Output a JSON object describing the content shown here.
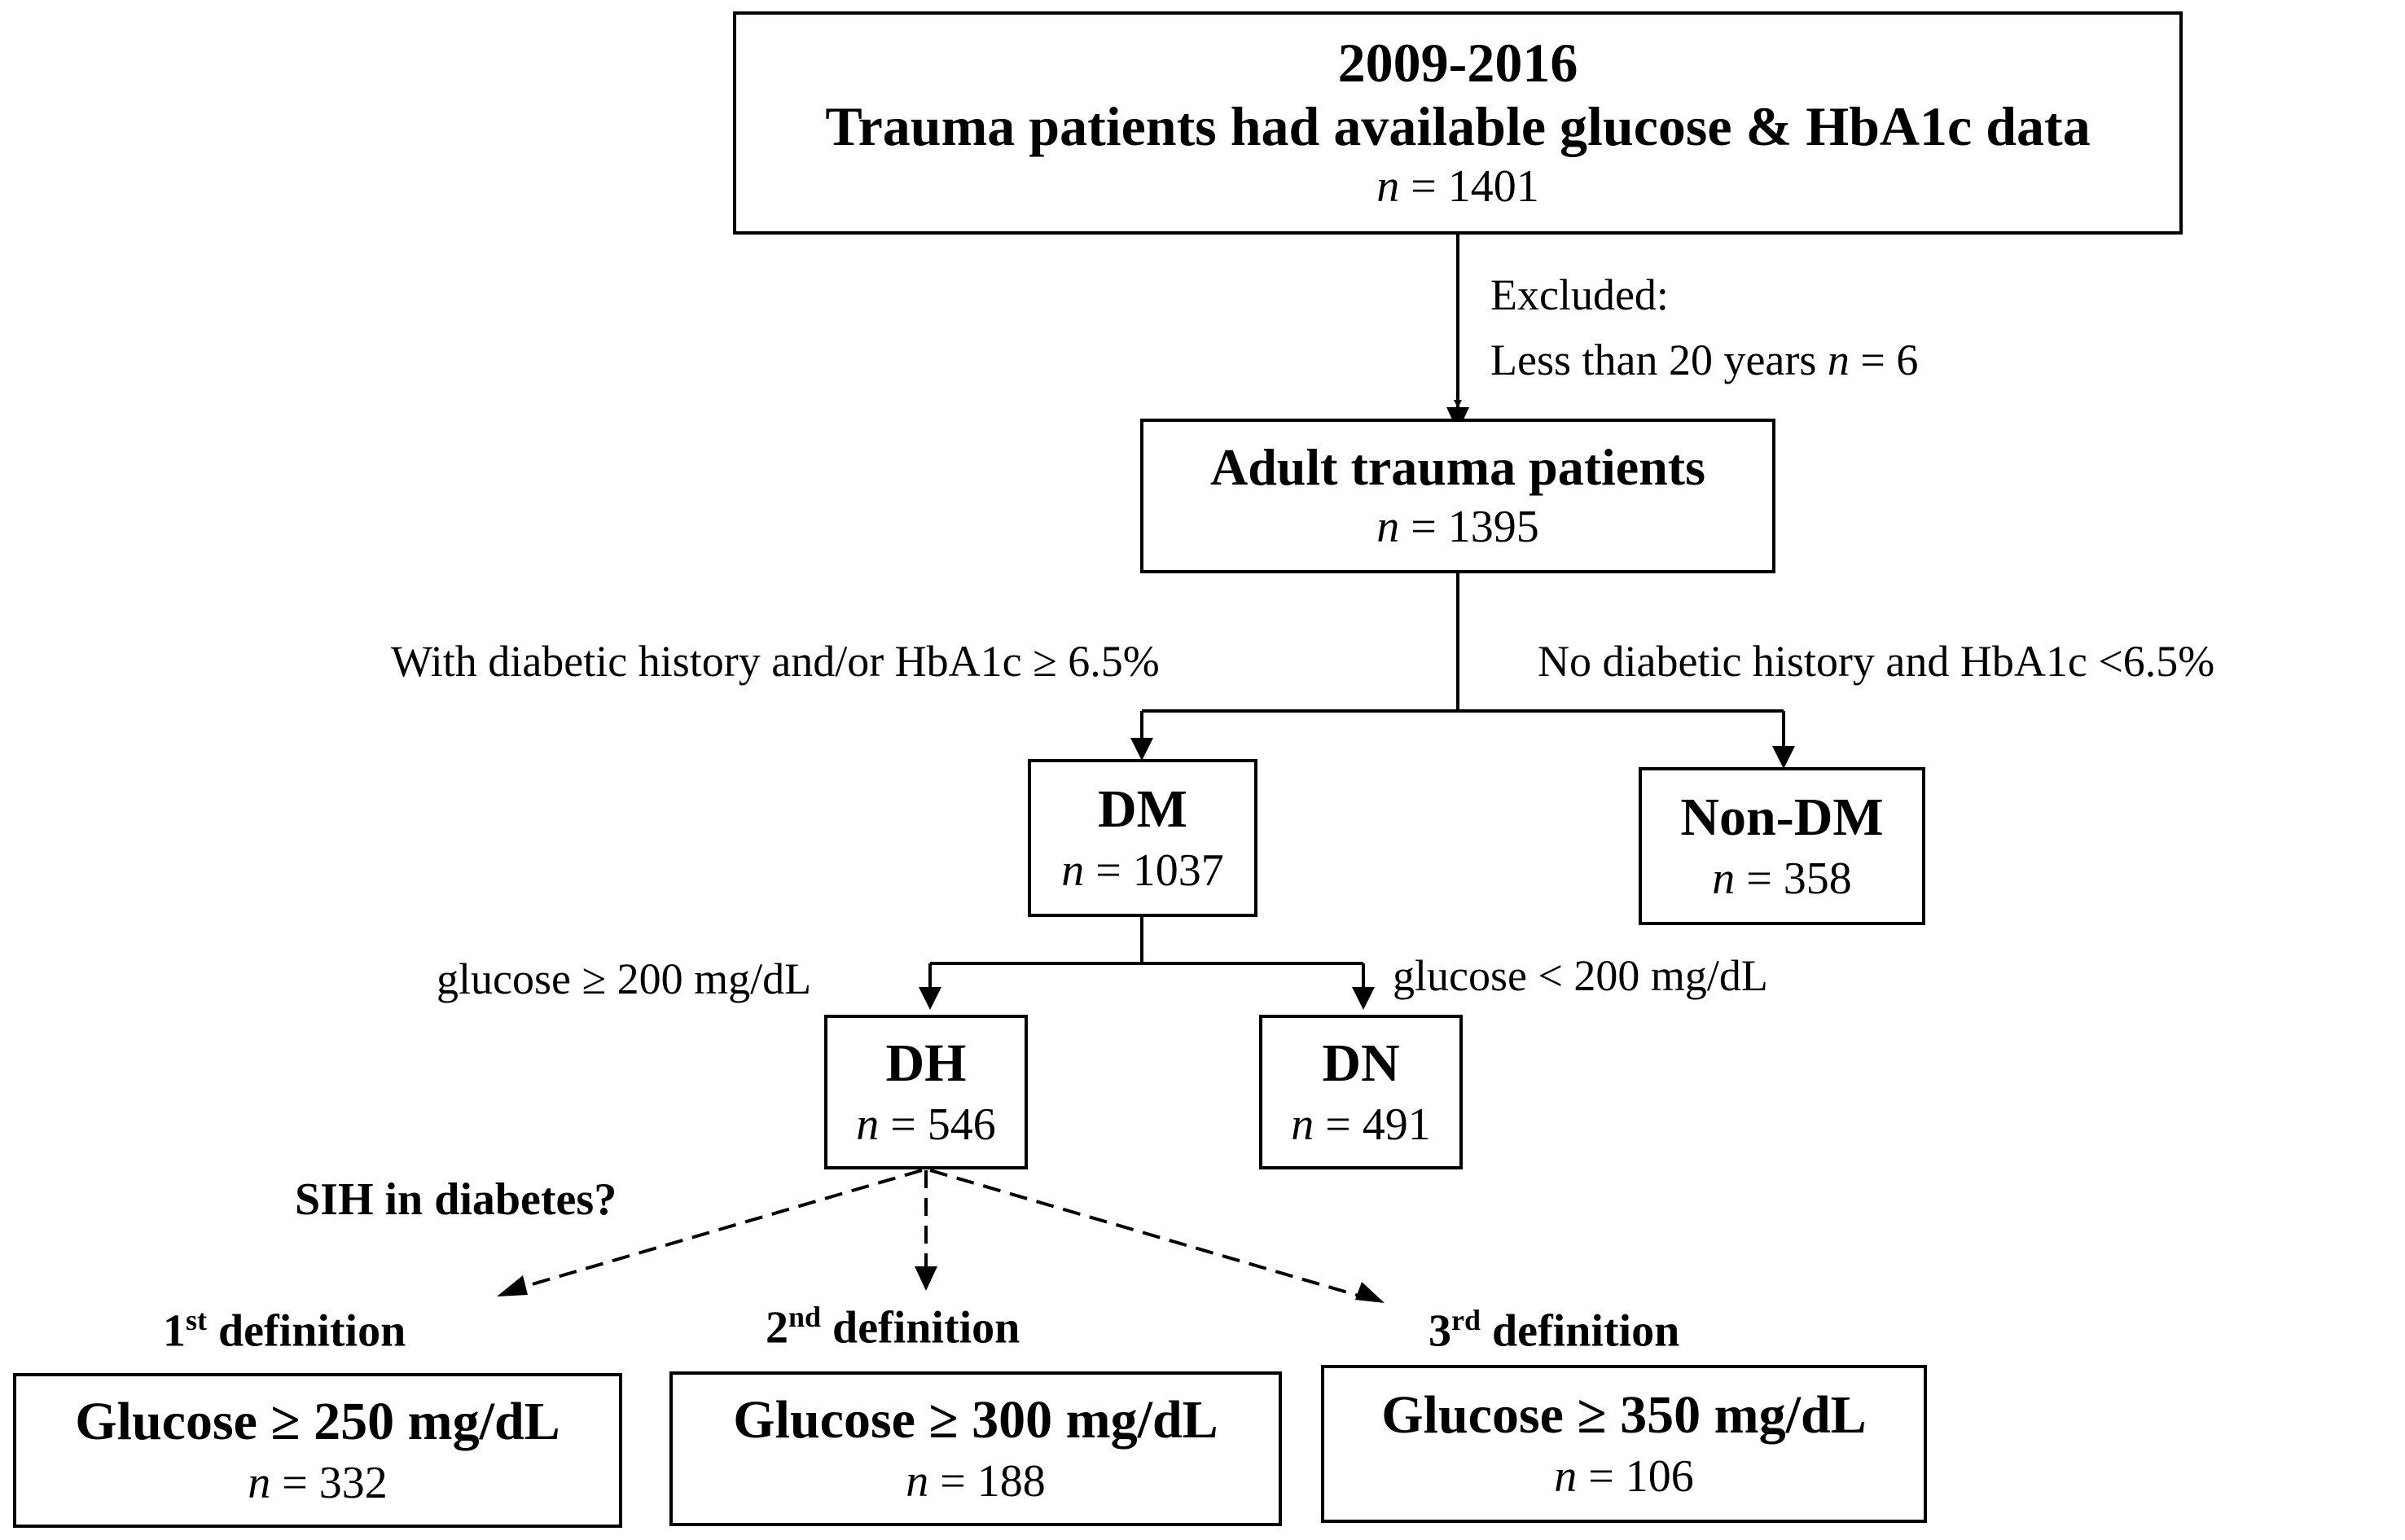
{
  "top": {
    "years": "2009-2016",
    "title": "Trauma patients had available glucose & HbA1c data",
    "n": "1401"
  },
  "excluded": {
    "heading": "Excluded:",
    "reason": "Less than 20 years",
    "n": "6"
  },
  "adult": {
    "title": "Adult trauma patients",
    "n": "1395"
  },
  "split_labels": {
    "with_dm": "With diabetic history and/or HbA1c ≥ 6.5%",
    "no_dm": "No diabetic history and HbA1c <6.5%"
  },
  "dm": {
    "title": "DM",
    "n": "1037"
  },
  "non_dm": {
    "title": "Non-DM",
    "n": "358"
  },
  "glucose_labels": {
    "high": "glucose ≥ 200 mg/dL",
    "low": "glucose < 200 mg/dL"
  },
  "dh": {
    "title": "DH",
    "n": "546"
  },
  "dn": {
    "title": "DN",
    "n": "491"
  },
  "sih_question": "SIH in diabetes?",
  "definitions": [
    {
      "num": "1",
      "sup": "st",
      "word": "definition",
      "criterion": "Glucose ≥ 250 mg/dL",
      "n": "332"
    },
    {
      "num": "2",
      "sup": "nd",
      "word": "definition",
      "criterion": "Glucose ≥ 300 mg/dL",
      "n": "188"
    },
    {
      "num": "3",
      "sup": "rd",
      "word": "definition",
      "criterion": "Glucose ≥ 350 mg/dL",
      "n": "106"
    }
  ],
  "n_symbol": "n",
  "eq": " = "
}
